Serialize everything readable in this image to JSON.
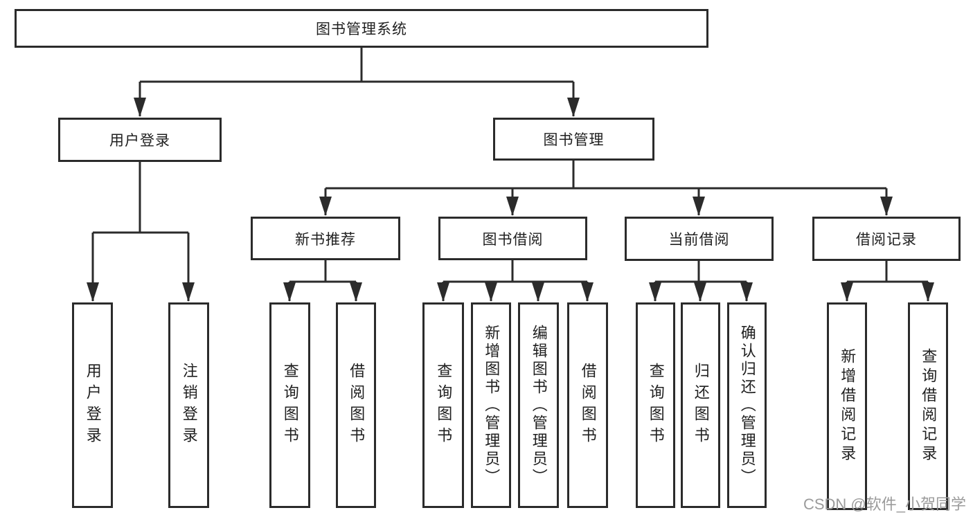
{
  "tree": {
    "root": "图书管理系统",
    "children": [
      {
        "label": "用户登录",
        "children": [
          "用户登录",
          "注销登录"
        ]
      },
      {
        "label": "图书管理",
        "children": [
          {
            "label": "新书推荐",
            "children": [
              "查询图书",
              "借阅图书"
            ]
          },
          {
            "label": "图书借阅",
            "children": [
              "查询图书",
              "新增图书（管理员）",
              "编辑图书（管理员）",
              "借阅图书"
            ]
          },
          {
            "label": "当前借阅",
            "children": [
              "查询图书",
              "归还图书",
              "确认归还（管理员）"
            ]
          },
          {
            "label": "借阅记录",
            "children": [
              "新增借阅记录",
              "查询借阅记录"
            ]
          }
        ]
      }
    ]
  },
  "watermark": "CSDN @软件_小贺同学",
  "colors": {
    "line": "#2b2b2b",
    "text": "#1f1f1f",
    "watermark": "#9b9b9b",
    "box_background": "#ffffff"
  }
}
